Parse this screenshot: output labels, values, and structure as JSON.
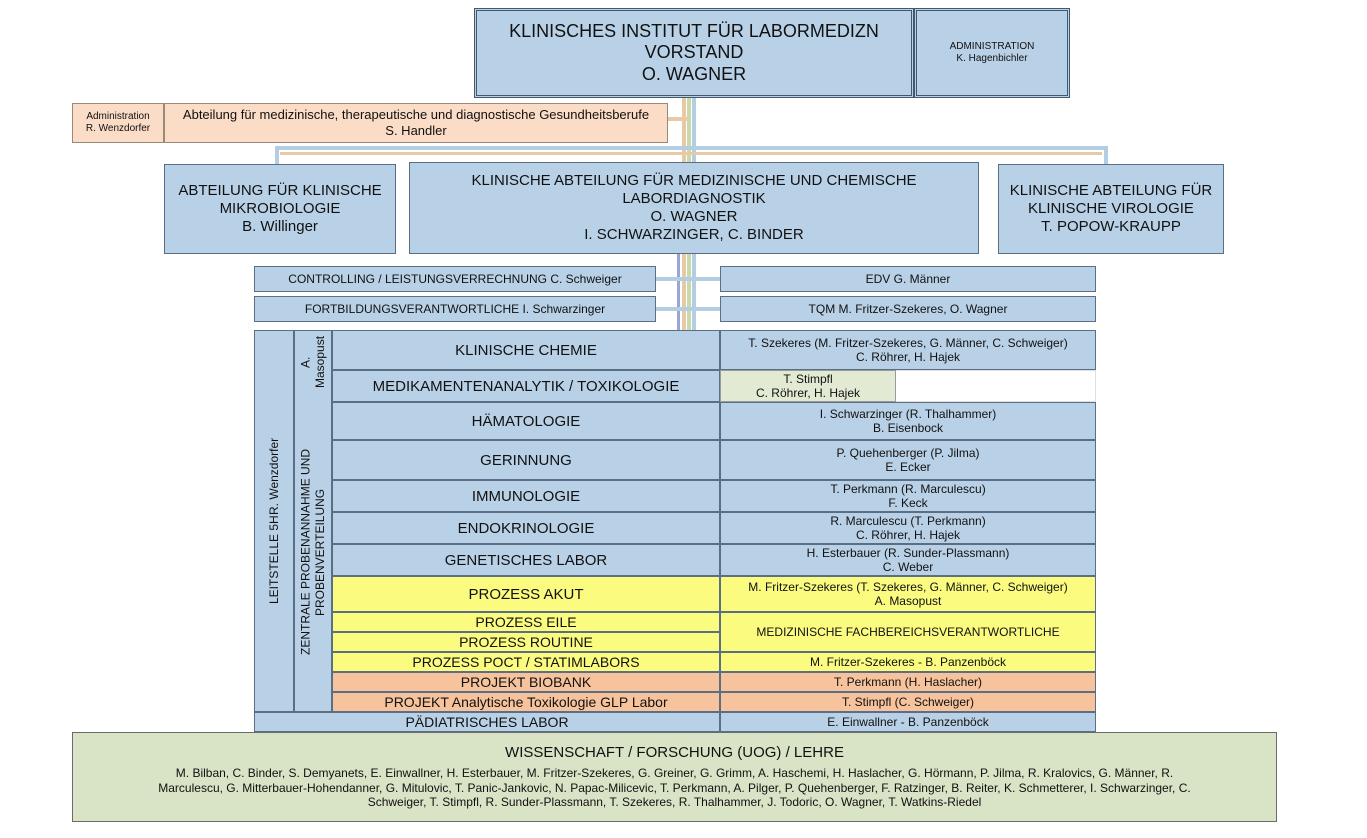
{
  "top": {
    "title_line1": "KLINISCHES INSTITUT FÜR LABORMEDIZN",
    "title_line2": "VORSTAND",
    "title_line3": "O. WAGNER",
    "admin_line1": "ADMINISTRATION",
    "admin_line2": "K. Hagenbichler"
  },
  "left_admin": {
    "line1": "Administration",
    "line2": "R. Wenzdorfer"
  },
  "health_dept": {
    "line1": "Abteilung für medizinische, therapeutische und diagnostische Gesundheitsberufe",
    "line2": "S. Handler"
  },
  "dept_micro": {
    "line1": "ABTEILUNG FÜR KLINISCHE",
    "line2": "MIKROBIOLOGIE",
    "line3": "B. Willinger"
  },
  "dept_central": {
    "line1": "KLINISCHE ABTEILUNG FÜR MEDIZINISCHE UND CHEMISCHE",
    "line2": "LABORDIAGNOSTIK",
    "line3": "O. WAGNER",
    "line4": "I. SCHWARZINGER, C. BINDER"
  },
  "dept_viro": {
    "line1": "KLINISCHE ABTEILUNG FÜR",
    "line2": "KLINISCHE VIROLOGIE",
    "line3": "T. POPOW-KRAUPP"
  },
  "staff": {
    "controlling": "CONTROLLING / LEISTUNGSVERRECHNUNG C. Schweiger",
    "edv": "EDV G. Männer",
    "fortbildung": "FORTBILDUNGSVERANTWORTLICHE I. Schwarzinger",
    "tqm": "TQM M. Fritzer-Szekeres, O. Wagner"
  },
  "side_labels": {
    "leitstelle_line1": "LEITSTELLE 5H",
    "leitstelle_line2": "R. Wenzdorfer",
    "zentrale_line1": "ZENTRALE PROBENANNAHME UND PROBENVERTEILUNG",
    "zentrale_line2": "A. Masopust"
  },
  "labs": [
    {
      "name": "KLINISCHE CHEMIE",
      "resp1": "T. Szekeres (M. Fritzer-Szekeres, G. Männer, C. Schweiger)",
      "resp2": "C. Röhrer, H. Hajek"
    },
    {
      "name": "MEDIKAMENTENANALYTIK / TOXIKOLOGIE",
      "resp1": "T. Stimpfl",
      "resp2": "C. Röhrer, H. Hajek"
    },
    {
      "name": "HÄMATOLOGIE",
      "resp1": "I. Schwarzinger (R. Thalhammer)",
      "resp2": "B. Eisenbock"
    },
    {
      "name": "GERINNUNG",
      "resp1": "P. Quehenberger (P. Jilma)",
      "resp2": "E. Ecker"
    },
    {
      "name": "IMMUNOLOGIE",
      "resp1": "T. Perkmann (R. Marculescu)",
      "resp2": "F. Keck"
    },
    {
      "name": "ENDOKRINOLOGIE",
      "resp1": "R. Marculescu (T. Perkmann)",
      "resp2": "C. Röhrer, H. Hajek"
    },
    {
      "name": "GENETISCHES LABOR",
      "resp1": "H. Esterbauer (R. Sunder-Plassmann)",
      "resp2": "C. Weber"
    }
  ],
  "processes": {
    "akut": "PROZESS AKUT",
    "akut_resp1": "M. Fritzer-Szekeres (T. Szekeres, G. Männer, C. Schweiger)",
    "akut_resp2": "A. Masopust",
    "eile": "PROZESS EILE",
    "routine": "PROZESS ROUTINE",
    "eile_routine_resp": "MEDIZINISCHE FACHBEREICHSVERANTWORTLICHE",
    "poct": "PROZESS POCT / STATIMLABORS",
    "poct_resp": "M. Fritzer-Szekeres - B. Panzenböck"
  },
  "projects": {
    "biobank": "PROJEKT BIOBANK",
    "biobank_resp": "T. Perkmann (H. Haslacher)",
    "glp": "PROJEKT Analytische Toxikologie GLP Labor",
    "glp_resp": "T. Stimpfl (C. Schweiger)"
  },
  "paediatric": {
    "name": "PÄDIATRISCHES LABOR",
    "resp": "E. Einwallner - B. Panzenböck"
  },
  "research": {
    "title": "WISSENSCHAFT / FORSCHUNG (UOG) / LEHRE",
    "line1": "M. Bilban, C. Binder, S. Demyanets, E. Einwallner, H. Esterbauer, M. Fritzer-Szekeres, G. Greiner, G. Grimm, A. Haschemi, H. Haslacher, G. Hörmann, P. Jilma, R. Kralovics, G. Männer, R.",
    "line2": "Marculescu, G. Mitterbauer-Hohendanner, G. Mitulovic, T. Panic-Jankovic, N. Papac-Milicevic, T. Perkmann, A. Pilger, P. Quehenberger, F. Ratzinger, B. Reiter, K. Schmetterer, I. Schwarzinger, C.",
    "line3": "Schweiger, T. Stimpfl, R. Sunder-Plassmann, T. Szekeres, R. Thalhammer, J. Todoric, O. Wagner, T. Watkins-Riedel"
  }
}
